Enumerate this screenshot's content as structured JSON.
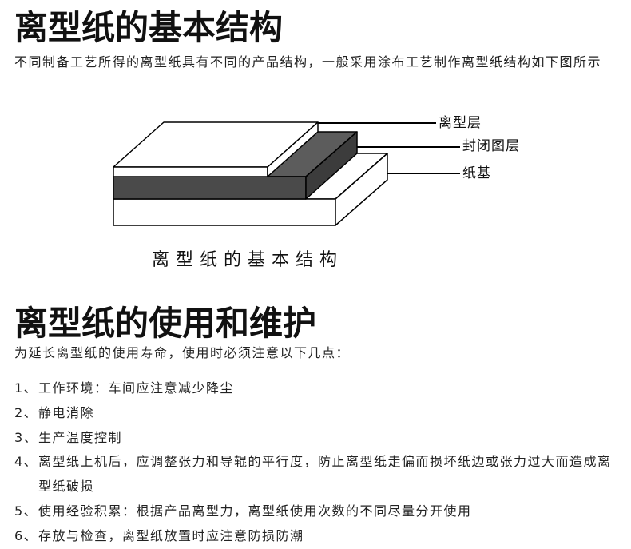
{
  "structure": {
    "title": "离型纸的基本结构",
    "description": "不同制备工艺所得的离型纸具有不同的产品结构，一般采用涂布工艺制作离型纸结构如下图所示"
  },
  "diagram": {
    "labels": {
      "release_layer": "离型层",
      "sealing_layer": "封闭图层",
      "paper_base": "纸基"
    },
    "caption": "离型纸的基本结构",
    "colors": {
      "layer_white": "#ffffff",
      "sealing_top": "#5c5c5c",
      "sealing_front": "#4a4a4a",
      "sealing_side": "#3c3c3c",
      "outline": "#000000"
    }
  },
  "usage": {
    "title": "离型纸的使用和维护",
    "intro": "为延长离型纸的使用寿命，使用时必须注意以下几点：",
    "items": [
      {
        "number": "1、",
        "text": "工作环境：车间应注意减少降尘"
      },
      {
        "number": "2、",
        "text": "静电消除"
      },
      {
        "number": "3、",
        "text": "生产温度控制"
      },
      {
        "number": "4、",
        "text": "离型纸上机后，应调整张力和导辊的平行度，防止离型纸走偏而损坏纸边或张力过大而造成离型纸破损"
      },
      {
        "number": "5、",
        "text": "使用经验积累：根据产品离型力，离型纸使用次数的不同尽量分开使用"
      },
      {
        "number": "6、",
        "text": "存放与检查，离型纸放置时应注意防损防潮"
      }
    ]
  }
}
